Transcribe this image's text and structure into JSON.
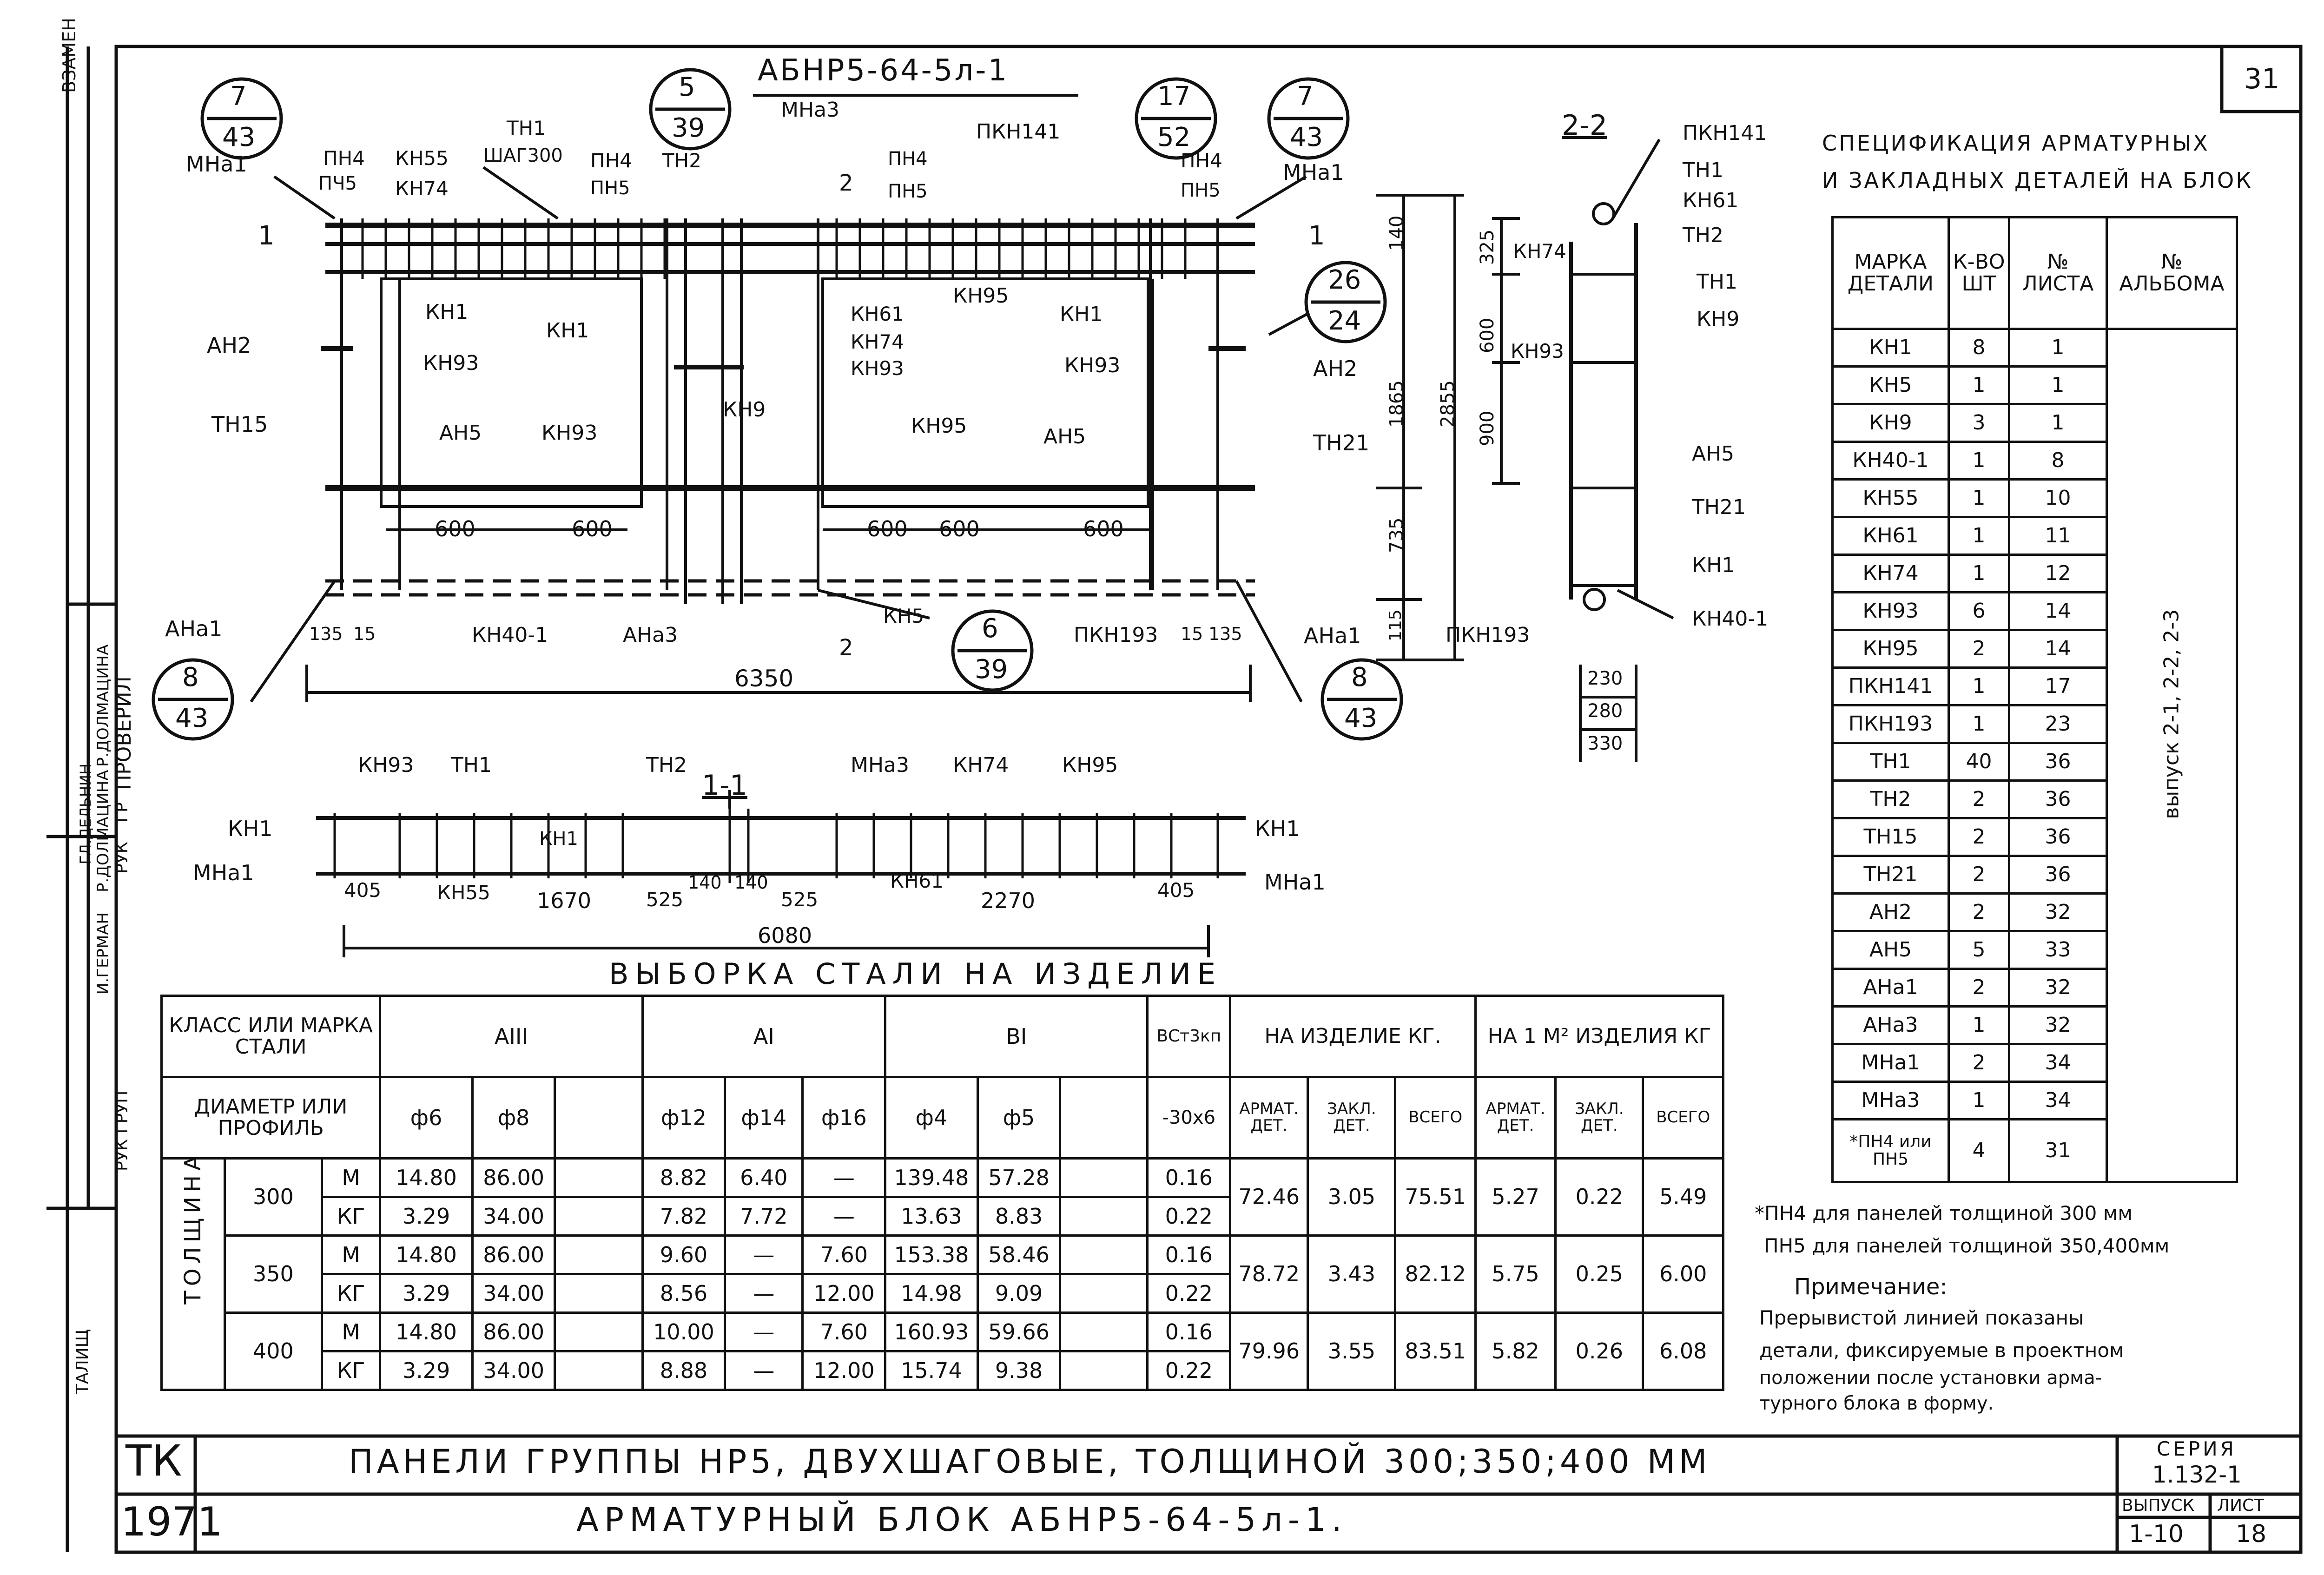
{
  "sheet_number": "31",
  "drawing": {
    "title": "АБНР5-64-5л-1",
    "section_1": "1-1",
    "section_2": "2-2",
    "callouts": [
      {
        "top": "7",
        "bottom": "43"
      },
      {
        "top": "5",
        "bottom": "39"
      },
      {
        "top": "17",
        "bottom": "52"
      },
      {
        "top": "7",
        "bottom": "43"
      },
      {
        "top": "26",
        "bottom": "24"
      },
      {
        "top": "6",
        "bottom": "39"
      },
      {
        "top": "8",
        "bottom": "43"
      },
      {
        "top": "8",
        "bottom": "43"
      }
    ],
    "labels": {
      "mna1": "МНа1",
      "pn4": "ПН4",
      "pch5": "ПЧ5",
      "kn55": "КН55",
      "kn74": "КН74",
      "tn1": "ТН1",
      "shag300": "ШАГ300",
      "pn5": "ПН5",
      "tn2": "ТН2",
      "mna3": "МНа3",
      "pkn141": "ПКН141",
      "kn1": "КН1",
      "kn93": "КН93",
      "ah2": "АН2",
      "kn9": "КН9",
      "kn61": "КН61",
      "kn95": "КН95",
      "tn15": "ТН15",
      "ah5": "АН5",
      "tn21": "ТН21",
      "kn5": "КН5",
      "ana1": "АНа1",
      "kn40": "КН40-1",
      "ana3": "АНа3",
      "pkn193": "ПКН193"
    },
    "dims": {
      "d600": "600",
      "d135": "135",
      "d115": "115",
      "d15": "15",
      "d6350": "6350",
      "d140": "140",
      "d1865": "1865",
      "d2855": "2855",
      "d735": "735",
      "d325": "325",
      "d900": "900",
      "d230": "230",
      "d280": "280",
      "d330": "330",
      "d405": "405",
      "d1670": "1670",
      "d525": "525",
      "d2270": "2270",
      "d6080": "6080",
      "d2": "2",
      "d1": "1"
    }
  },
  "spec": {
    "title_line1": "СПЕЦИФИКАЦИЯ АРМАТУРНЫХ",
    "title_line2": "И ЗАКЛАДНЫХ ДЕТАЛЕЙ НА БЛОК",
    "headers": [
      "МАРКА ДЕТАЛИ",
      "К-ВО ШТ",
      "№ ЛИСТА",
      "№ АЛЬБОМА"
    ],
    "album": "выпуск 2-1, 2-2, 2-3",
    "rows": [
      [
        "КН1",
        "8",
        "1"
      ],
      [
        "КН5",
        "1",
        "1"
      ],
      [
        "КН9",
        "3",
        "1"
      ],
      [
        "КН40-1",
        "1",
        "8"
      ],
      [
        "КН55",
        "1",
        "10"
      ],
      [
        "КН61",
        "1",
        "11"
      ],
      [
        "КН74",
        "1",
        "12"
      ],
      [
        "КН93",
        "6",
        "14"
      ],
      [
        "КН95",
        "2",
        "14"
      ],
      [
        "ПКН141",
        "1",
        "17"
      ],
      [
        "ПКН193",
        "1",
        "23"
      ],
      [
        "ТН1",
        "40",
        "36"
      ],
      [
        "ТН2",
        "2",
        "36"
      ],
      [
        "ТН15",
        "2",
        "36"
      ],
      [
        "ТН21",
        "2",
        "36"
      ],
      [
        "АН2",
        "2",
        "32"
      ],
      [
        "АН5",
        "5",
        "33"
      ],
      [
        "АНа1",
        "2",
        "32"
      ],
      [
        "АНа3",
        "1",
        "32"
      ],
      [
        "МНа1",
        "2",
        "34"
      ],
      [
        "МНа3",
        "1",
        "34"
      ],
      [
        "*ПН4 или ПН5",
        "4",
        "31"
      ]
    ]
  },
  "steel": {
    "title": "ВЫБОРКА СТАЛИ НА ИЗДЕЛИЕ",
    "h_class": "КЛАСС ИЛИ МАРКА СТАЛИ",
    "h_diam": "ДИАМЕТР ИЛИ ПРОФИЛЬ",
    "h_thickness": "ТОЛЩИНА",
    "classes": [
      "АIII",
      "АI",
      "ВI",
      "ВСт3кп"
    ],
    "h_izd": "НА ИЗДЕЛИЕ КГ.",
    "h_m2": "НА 1 М² ИЗДЕЛИЯ КГ",
    "diams": [
      "ф6",
      "ф8",
      "ф12",
      "ф14",
      "ф16",
      "ф4",
      "ф5",
      "-30х6"
    ],
    "sub": [
      "АРМАТ. ДЕТ.",
      "ЗАКЛ. ДЕТ.",
      "ВСЕГО",
      "АРМАТ. ДЕТ.",
      "ЗАКЛ. ДЕТ.",
      "ВСЕГО"
    ],
    "groups": [
      {
        "t": "300",
        "m": [
          "14.80",
          "86.00",
          "",
          "8.82",
          "6.40",
          "—",
          "139.48",
          "57.28",
          "",
          "0.16"
        ],
        "kg": [
          "3.29",
          "34.00",
          "",
          "7.82",
          "7.72",
          "—",
          "13.63",
          "8.83",
          "",
          "0.22"
        ],
        "tot": [
          "72.46",
          "3.05",
          "75.51",
          "5.27",
          "0.22",
          "5.49"
        ]
      },
      {
        "t": "350",
        "m": [
          "14.80",
          "86.00",
          "",
          "9.60",
          "—",
          "7.60",
          "153.38",
          "58.46",
          "",
          "0.16"
        ],
        "kg": [
          "3.29",
          "34.00",
          "",
          "8.56",
          "—",
          "12.00",
          "14.98",
          "9.09",
          "",
          "0.22"
        ],
        "tot": [
          "78.72",
          "3.43",
          "82.12",
          "5.75",
          "0.25",
          "6.00"
        ]
      },
      {
        "t": "400",
        "m": [
          "14.80",
          "86.00",
          "",
          "10.00",
          "—",
          "7.60",
          "160.93",
          "59.66",
          "",
          "0.16"
        ],
        "kg": [
          "3.29",
          "34.00",
          "",
          "8.88",
          "—",
          "12.00",
          "15.74",
          "9.38",
          "",
          "0.22"
        ],
        "tot": [
          "79.96",
          "3.55",
          "83.51",
          "5.82",
          "0.26",
          "6.08"
        ]
      }
    ],
    "unit_m": "М",
    "unit_kg": "КГ"
  },
  "notes": {
    "pn_line1": "*ПН4 для панелей толщиной 300 мм",
    "pn_line2": "ПН5 для панелей толщиной 350,400мм",
    "remark_title": "Примечание:",
    "remark_1": "Прерывистой линией показаны",
    "remark_2": "детали, фиксируемые в проектном",
    "remark_3": "положении после установки арма-",
    "remark_4": "турного блока в форму."
  },
  "left_strip": [
    "ВЗАМЕН",
    "ПРОВЕРИЛ",
    "ГР",
    "РУК",
    "РУК ГРУП",
    "Р.ДОЛМАЦИНА",
    "И.ГЕРМАН",
    "Р.ДОЛМАЦИНА",
    "ГЛ.ДЕЛЬНИН",
    "ТАЛИЩ"
  ],
  "stamp": {
    "org": "ТК",
    "year": "1971",
    "title1": "ПАНЕЛИ ГРУППЫ НР5, ДВУХШАГОВЫЕ, ТОЛЩИНОЙ 300;350;400 ММ",
    "title2": "АРМАТУРНЫЙ БЛОК АБНР5-64-5л-1.",
    "seria_label": "СЕРИЯ",
    "seria": "1.132-1",
    "vypusk_label": "ВЫПУСК",
    "vypusk": "1-10",
    "list_label": "ЛИСТ",
    "list": "18"
  }
}
